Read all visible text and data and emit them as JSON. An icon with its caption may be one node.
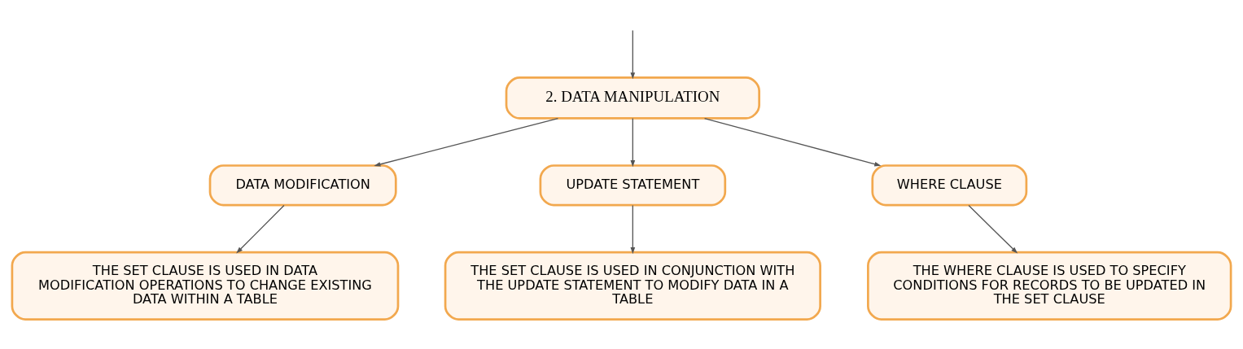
{
  "diagram": {
    "nodes": [
      {
        "text": [
          "2. DATA MANIPULATION"
        ]
      },
      {
        "text": [
          "DATA MODIFICATION"
        ]
      },
      {
        "text": [
          "UPDATE STATEMENT"
        ]
      },
      {
        "text": [
          "WHERE CLAUSE"
        ]
      },
      {
        "text": [
          "THE SET CLAUSE IS USED IN DATA MODIFICATION OPERATIONS TO CHANGE EXISTING DATA WITHIN A TABLE"
        ]
      },
      {
        "text": [
          "THE SET CLAUSE IS USED IN CONJUNCTION WITH THE UPDATE STATEMENT TO MODIFY DATA IN A TABLE"
        ]
      },
      {
        "text": [
          "THE WHERE CLAUSE IS USED TO SPECIFY CONDITIONS FOR RECORDS TO BE UPDATED IN THE SET CLAUSE"
        ]
      }
    ],
    "edges": [
      {
        "from": null,
        "to": 0,
        "arrow": "to"
      },
      {
        "from": 0,
        "to": 1,
        "arrow": "to"
      },
      {
        "from": 0,
        "to": 2,
        "arrow": "to"
      },
      {
        "from": 0,
        "to": 3,
        "arrow": "to"
      },
      {
        "from": 1,
        "to": 4,
        "arrow": "to"
      },
      {
        "from": 2,
        "to": 5,
        "arrow": "to"
      },
      {
        "from": 3,
        "to": 6,
        "arrow": "to"
      }
    ]
  }
}
